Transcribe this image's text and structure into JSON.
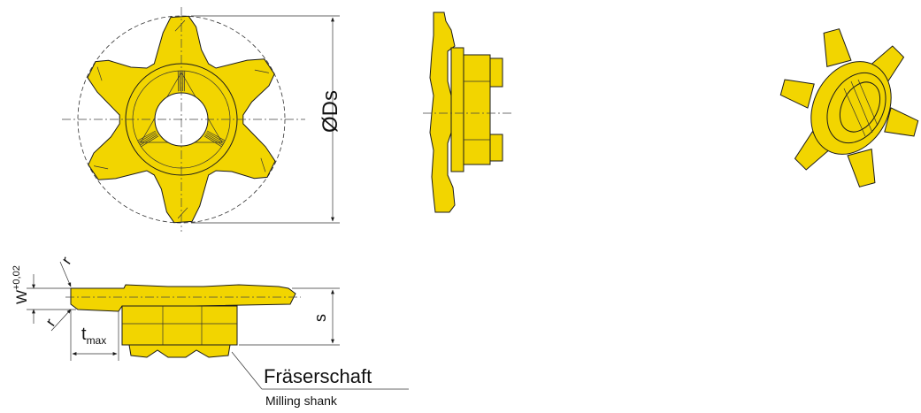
{
  "labels": {
    "diameter": "ØDs",
    "width": "W",
    "width_tolerance": "+0,02",
    "radius": "r",
    "tmax_base": "t",
    "tmax_sub": "max",
    "thickness": "s",
    "shank_de": "Fräserschaft",
    "shank_en": "Milling shank"
  },
  "colors": {
    "insert_fill": "#f2d500",
    "line": "#1a1a1a"
  }
}
